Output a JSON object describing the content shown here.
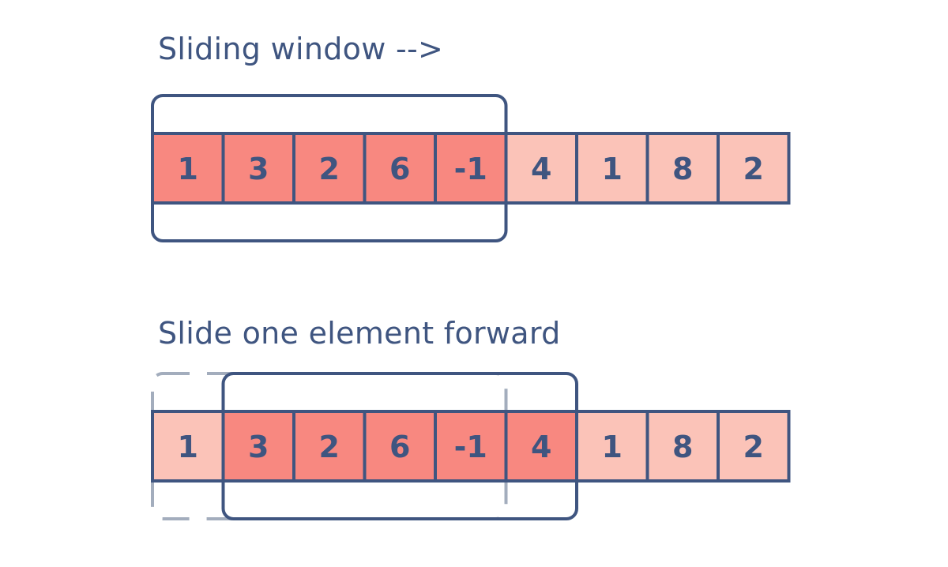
{
  "colors": {
    "text": "#3f5580",
    "stroke": "#3f5580",
    "window_fill": "#f88880",
    "cell_fill": "#fbc3b8",
    "previous_window_stroke": "#a3adbd",
    "background": "#ffffff"
  },
  "diagrams": [
    {
      "heading": "Sliding window -->",
      "array": [
        "1",
        "3",
        "2",
        "6",
        "-1",
        "4",
        "1",
        "8",
        "2"
      ],
      "window": {
        "start": 0,
        "size": 5
      },
      "previous_window": null
    },
    {
      "heading": "Slide one element forward",
      "array": [
        "1",
        "3",
        "2",
        "6",
        "-1",
        "4",
        "1",
        "8",
        "2"
      ],
      "window": {
        "start": 1,
        "size": 5
      },
      "previous_window": {
        "start": 0,
        "size": 5
      }
    }
  ]
}
